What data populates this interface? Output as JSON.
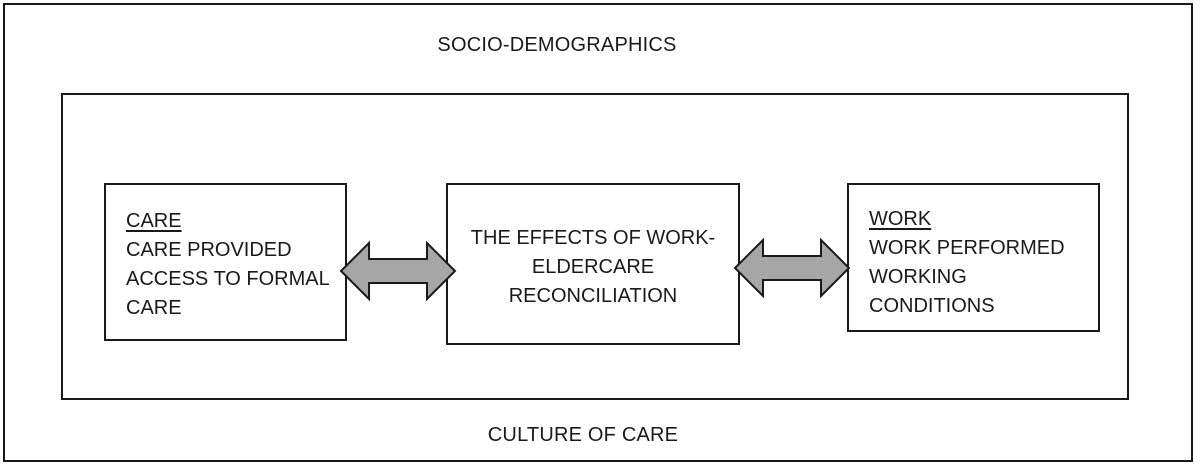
{
  "outer_label_top": "SOCIO-DEMOGRAPHICS",
  "outer_label_bottom": "CULTURE OF CARE",
  "care_box": {
    "heading": "CARE",
    "lines": [
      "CARE PROVIDED",
      "ACCESS TO FORMAL",
      "CARE"
    ]
  },
  "center_box": {
    "lines": [
      "THE EFFECTS OF WORK-",
      "ELDERCARE",
      "RECONCILIATION"
    ]
  },
  "work_box": {
    "heading": "WORK",
    "lines": [
      "WORK PERFORMED",
      "WORKING",
      "CONDITIONS"
    ]
  },
  "colors": {
    "arrow_fill": "#a6a6a6",
    "stroke": "#1a1a1a",
    "background": "#ffffff"
  },
  "connectors": [
    {
      "from": "care_box",
      "to": "center_box",
      "type": "double-headed-arrow"
    },
    {
      "from": "center_box",
      "to": "work_box",
      "type": "double-headed-arrow"
    }
  ]
}
